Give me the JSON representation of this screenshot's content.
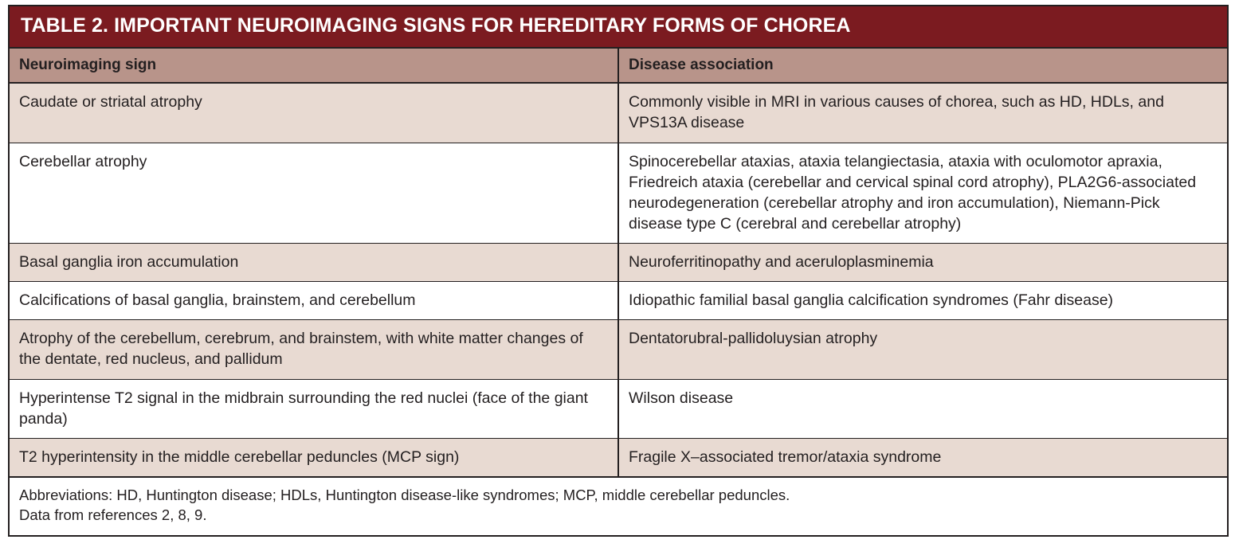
{
  "table": {
    "title": "TABLE 2. IMPORTANT NEUROIMAGING SIGNS FOR HEREDITARY FORMS OF CHOREA",
    "columns": [
      "Neuroimaging sign",
      "Disease association"
    ],
    "rows": [
      {
        "sign": "Caudate or striatal atrophy",
        "association": "Commonly visible in MRI in various causes of chorea, such as HD, HDLs, and VPS13A disease"
      },
      {
        "sign": "Cerebellar atrophy",
        "association": "Spinocerebellar ataxias, ataxia telangiectasia, ataxia with oculomotor apraxia, Friedreich ataxia (cerebellar and cervical spinal cord atrophy), PLA2G6-associated neurodegeneration (cerebellar atrophy and iron accumulation), Niemann-Pick disease type C (cerebral and cerebellar atrophy)"
      },
      {
        "sign": "Basal ganglia iron accumulation",
        "association": "Neuroferritinopathy and aceruloplasminemia"
      },
      {
        "sign": "Calcifications of basal ganglia, brainstem, and cerebellum",
        "association": "Idiopathic familial basal ganglia calcification syndromes (Fahr disease)"
      },
      {
        "sign": "Atrophy of the cerebellum, cerebrum, and brainstem, with white matter changes of the dentate, red nucleus, and pallidum",
        "association": "Dentatorubral-pallidoluysian atrophy"
      },
      {
        "sign": "Hyperintense T2 signal in the midbrain surrounding the red nuclei (face of the giant panda)",
        "association": "Wilson disease"
      },
      {
        "sign": "T2 hyperintensity in the middle cerebellar peduncles (MCP sign)",
        "association": "Fragile X–associated tremor/ataxia syndrome"
      }
    ],
    "footnote": {
      "abbreviations": "Abbreviations: HD, Huntington disease; HDLs, Huntington disease-like syndromes; MCP, middle cerebellar peduncles.",
      "source": "Data from references 2, 8, 9."
    },
    "colors": {
      "title_background": "#7b1b20",
      "title_text": "#ffffff",
      "column_header_background": "#b8948a",
      "shaded_row_background": "#e8dad2",
      "plain_row_background": "#ffffff",
      "border": "#231f20",
      "body_text": "#231f20"
    }
  }
}
